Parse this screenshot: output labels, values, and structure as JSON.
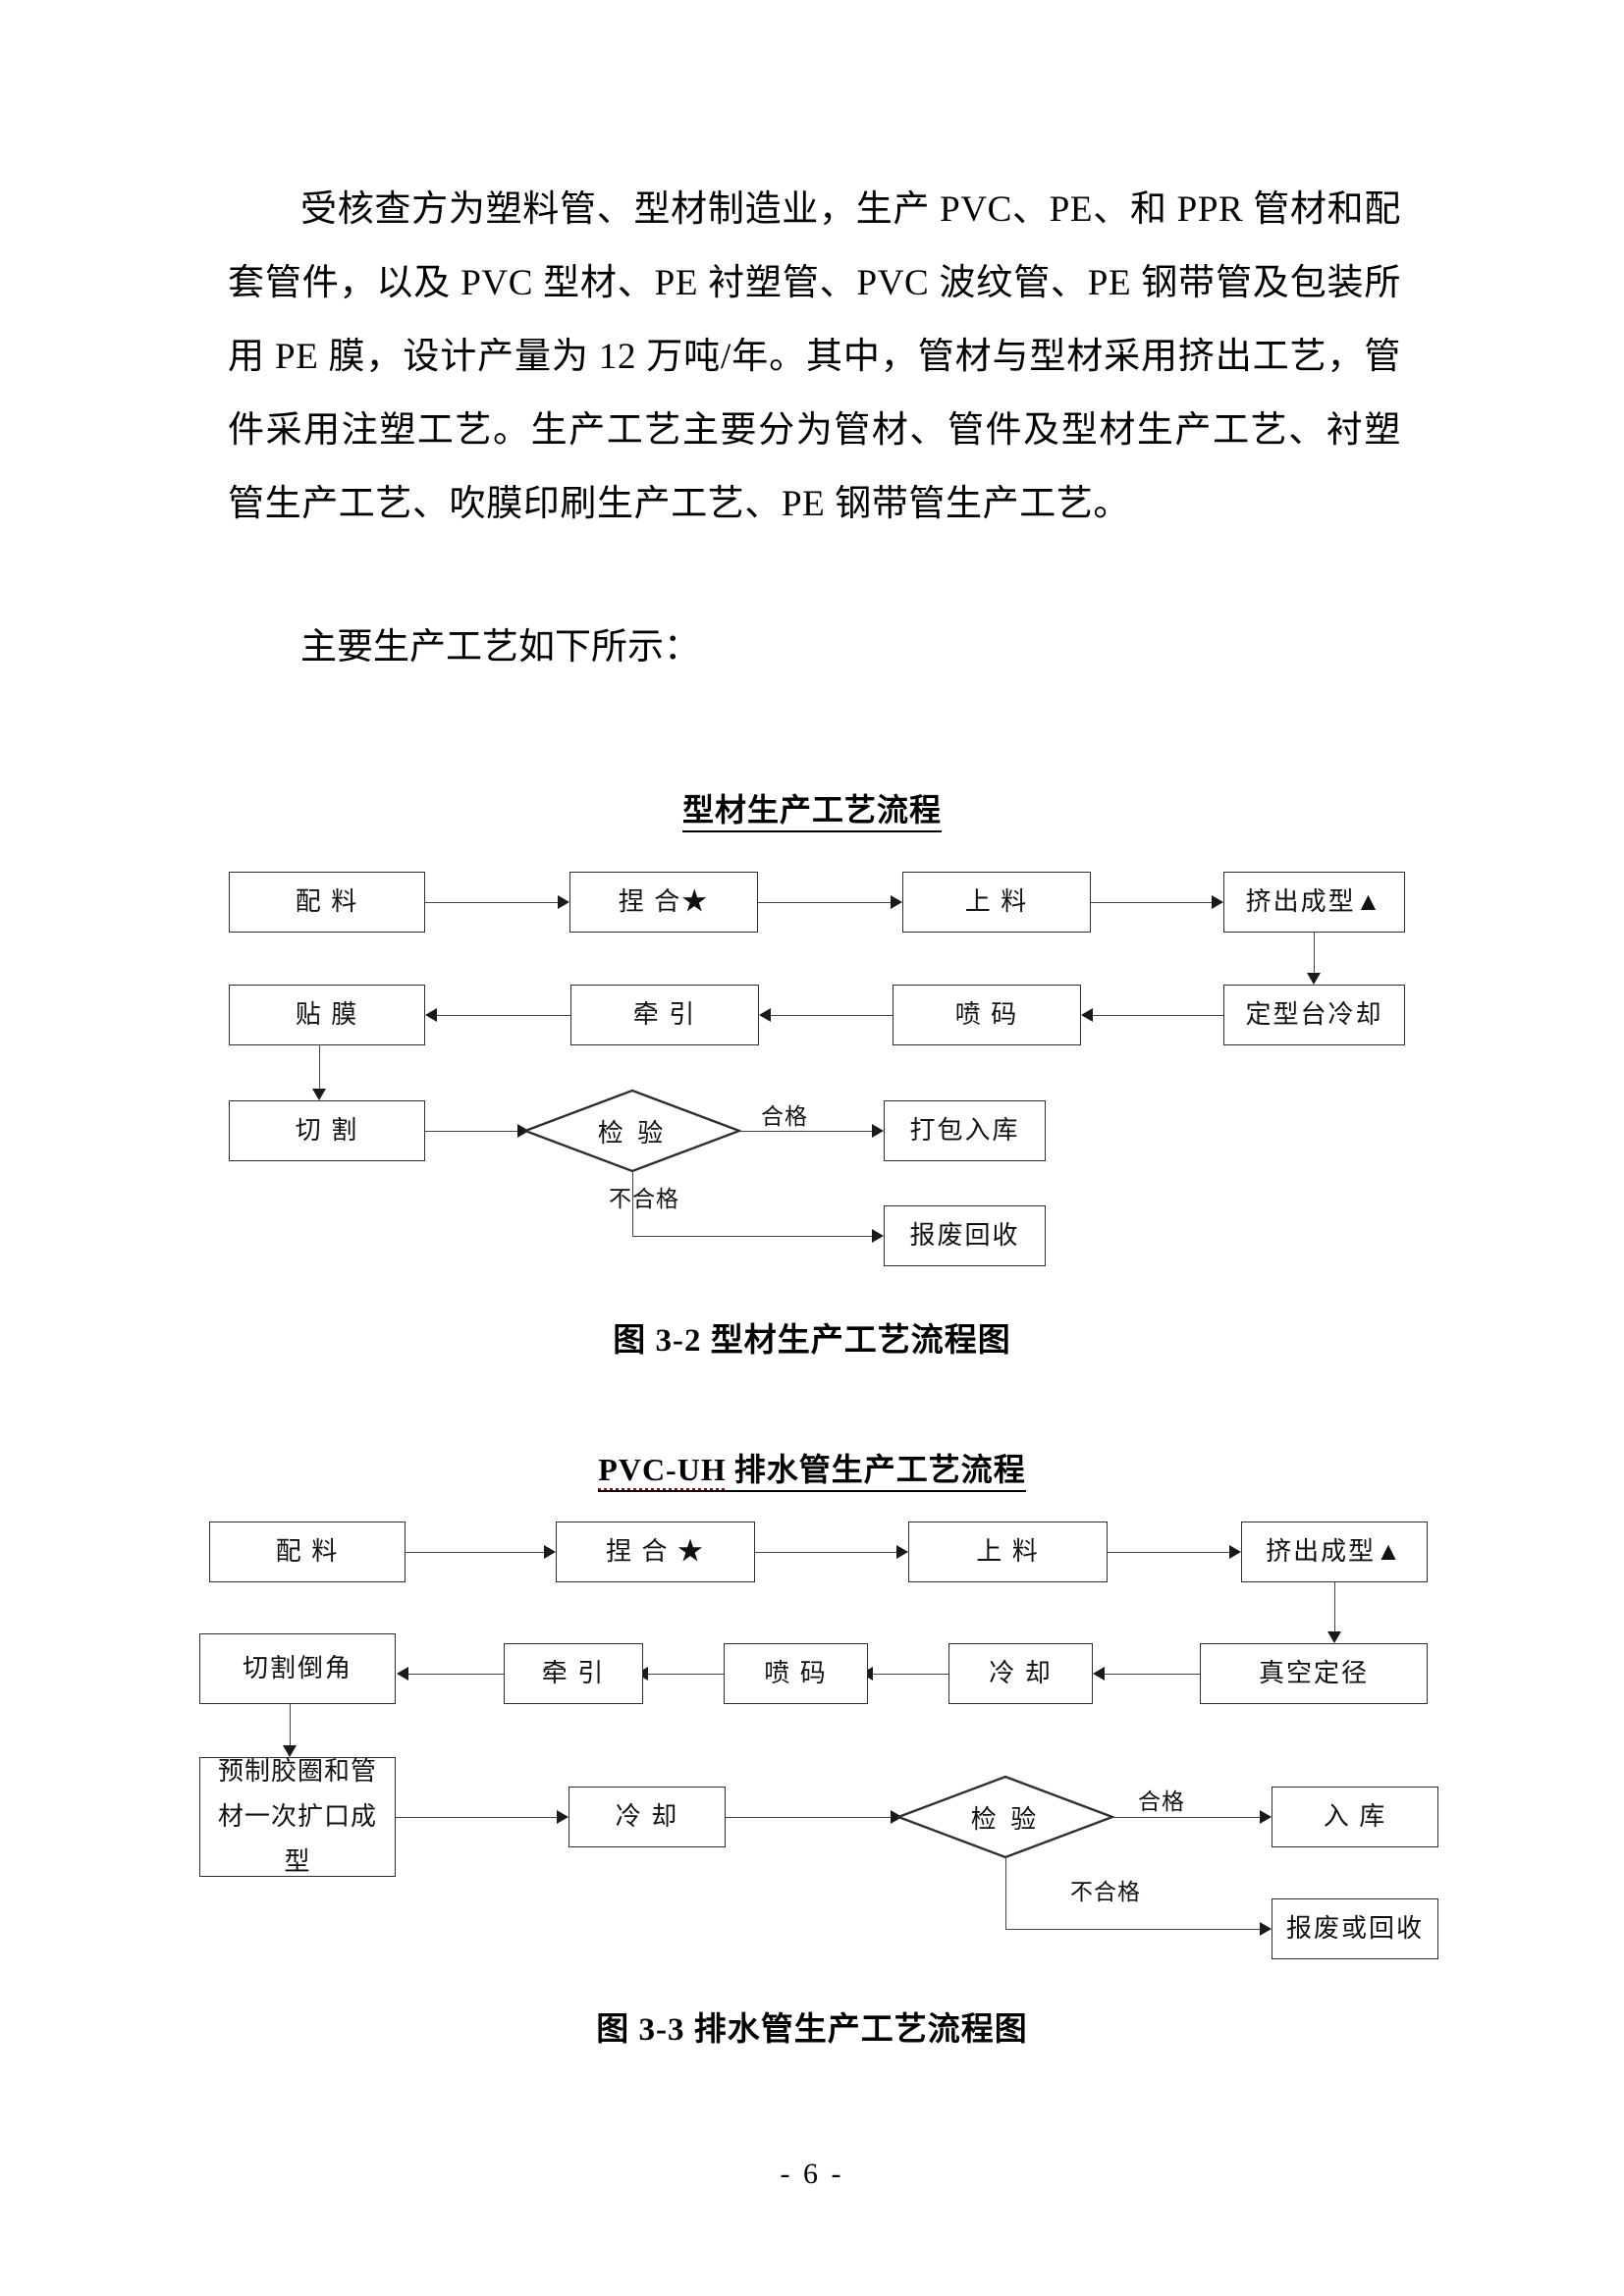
{
  "document": {
    "page_number": "- 6 -",
    "paragraphs": [
      "受核查方为塑料管、型材制造业，生产 PVC、PE、和 PPR 管材和配套管件，以及 PVC 型材、PE 衬塑管、PVC 波纹管、PE 钢带管及包装所用 PE 膜，设计产量为 12 万吨/年。其中，管材与型材采用挤出工艺，管件采用注塑工艺。生产工艺主要分为管材、管件及型材生产工艺、衬塑管生产工艺、吹膜印刷生产工艺、PE 钢带管生产工艺。",
      "主要生产工艺如下所示："
    ]
  },
  "figure1": {
    "title": "型材生产工艺流程",
    "caption": "图 3-2  型材生产工艺流程图",
    "nodes": {
      "n1": "配 料",
      "n2": "捏 合★",
      "n3": "上 料",
      "n4": "挤出成型▲",
      "n5": "定型台冷却",
      "n6": "喷 码",
      "n7": "牵 引",
      "n8": "贴 膜",
      "n9": "切 割",
      "n10": "检 验",
      "n11": "打包入库",
      "n12": "报废回收"
    },
    "edge_labels": {
      "pass": "合格",
      "fail": "不合格"
    }
  },
  "figure2": {
    "title_prefix": "PVC-UH",
    "title_rest": "排水管生产工艺流程",
    "caption": "图 3-3  排水管生产工艺流程图",
    "nodes": {
      "n1": "配 料",
      "n2": "捏 合 ★",
      "n3": "上 料",
      "n4": "挤出成型▲",
      "n5": "真空定径",
      "n6": "冷 却",
      "n7": "喷 码",
      "n8": "牵 引",
      "n9": "切割倒角",
      "n10": "预制胶圈和管材一次扩口成型",
      "n11": "冷 却",
      "n12": "检 验",
      "n13": "入 库",
      "n14": "报废或回收"
    },
    "edge_labels": {
      "pass": "合格",
      "fail": "不合格"
    }
  }
}
